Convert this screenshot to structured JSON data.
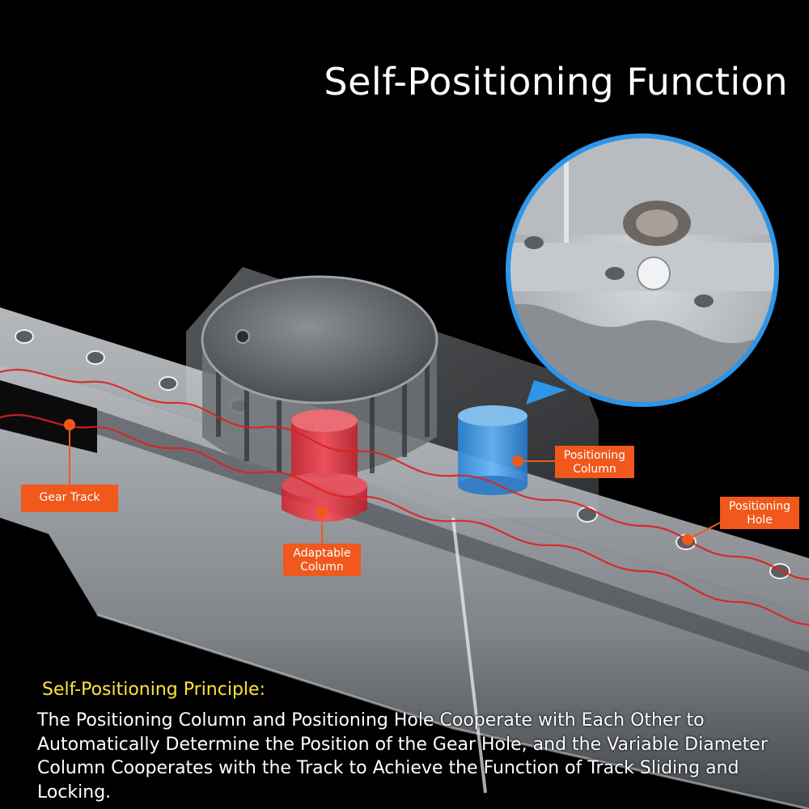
{
  "title": "Self-Positioning Function",
  "callouts": {
    "gear_track": "Gear Track",
    "adaptable_column": "Adaptable Column",
    "positioning_column": "Positioning Column",
    "positioning_hole": "Positioning Hole"
  },
  "principle": {
    "heading": "Self-Positioning Principle:",
    "text": "The Positioning Column and Positioning Hole Cooperate with Each Other to Automatically Determine the Position of the Gear Hole, and the Variable Diameter Column Cooperates with the Track to Achieve the Function of Track Sliding and Locking."
  },
  "colors": {
    "background": "#000000",
    "callout": "#f0581c",
    "heading": "#ffe23a",
    "adaptable_column": "#e8303c",
    "positioning_column": "#3a9ae8",
    "outline": "#e02020",
    "magnifier_ring": "#2f95e8"
  }
}
